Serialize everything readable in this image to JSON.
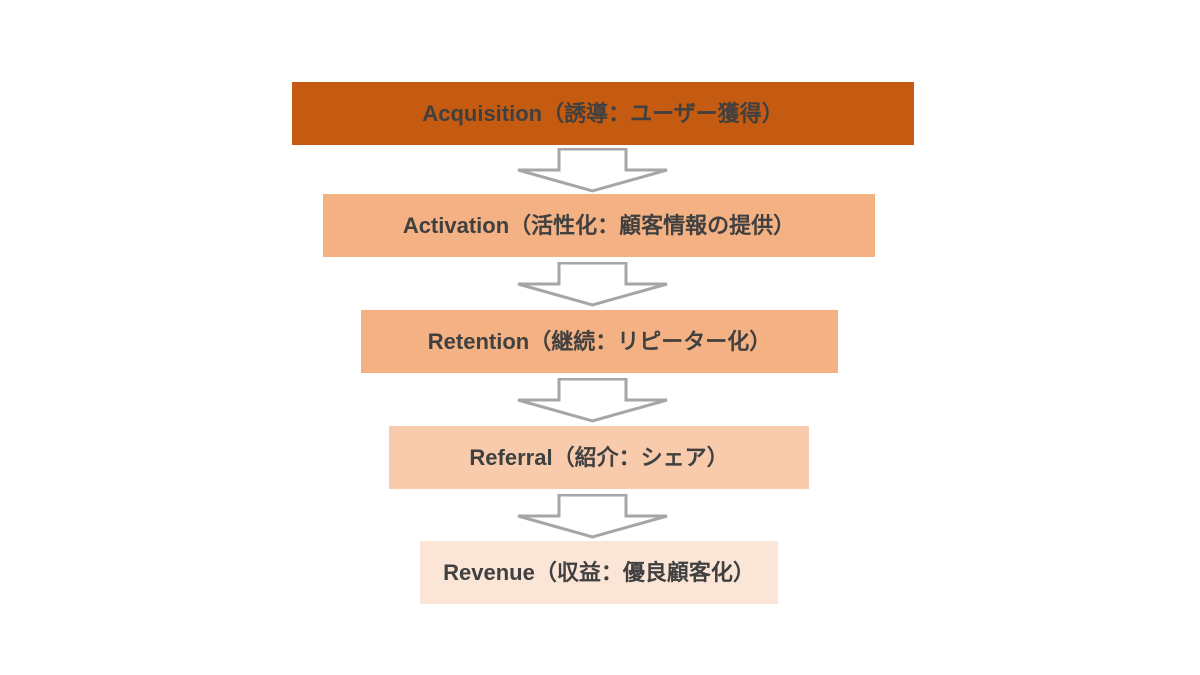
{
  "stages": [
    {
      "label": "Acquisition（誘導：ユーザー獲得）",
      "color": "#c55a11"
    },
    {
      "label": "Activation（活性化：顧客情報の提供）",
      "color": "#f4b183"
    },
    {
      "label": "Retention（継続：リピーター化）",
      "color": "#f4b183"
    },
    {
      "label": "Referral（紹介：シェア）",
      "color": "#f8cbad"
    },
    {
      "label": "Revenue（収益：優良顧客化）",
      "color": "#fbe5d6"
    }
  ],
  "arrow_color": "#a6a6a6",
  "connector_icon": "down-arrow-icon"
}
